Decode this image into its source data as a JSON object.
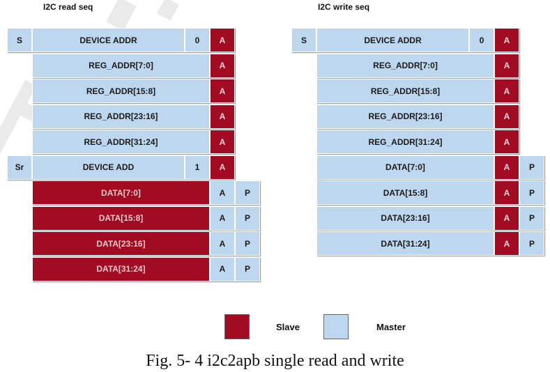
{
  "read": {
    "title": "I2C read seq",
    "rows": [
      [
        {
          "t": "S",
          "k": "m",
          "w": "s"
        },
        {
          "t": "DEVICE ADDR",
          "k": "m",
          "w": "addr"
        },
        {
          "t": "0",
          "k": "m",
          "w": "bit"
        },
        {
          "t": "A",
          "k": "s",
          "w": "ack"
        }
      ],
      [
        {
          "t": "REG_ADDR[7:0]",
          "k": "m",
          "w": "full"
        },
        {
          "t": "A",
          "k": "s",
          "w": "ack"
        }
      ],
      [
        {
          "t": "REG_ADDR[15:8]",
          "k": "m",
          "w": "full"
        },
        {
          "t": "A",
          "k": "s",
          "w": "ack"
        }
      ],
      [
        {
          "t": "REG_ADDR[23:16]",
          "k": "m",
          "w": "full"
        },
        {
          "t": "A",
          "k": "s",
          "w": "ack"
        }
      ],
      [
        {
          "t": "REG_ADDR[31:24]",
          "k": "m",
          "w": "full"
        },
        {
          "t": "A",
          "k": "s",
          "w": "ack"
        }
      ],
      [
        {
          "t": "Sr",
          "k": "m",
          "w": "s"
        },
        {
          "t": "DEVICE ADD",
          "k": "m",
          "w": "addr"
        },
        {
          "t": "1",
          "k": "m",
          "w": "bit"
        },
        {
          "t": "A",
          "k": "s",
          "w": "ack"
        }
      ],
      [
        {
          "t": "DATA[7:0]",
          "k": "s",
          "w": "data"
        },
        {
          "t": "A",
          "k": "m",
          "w": "ack"
        },
        {
          "t": "P",
          "k": "m",
          "w": "p"
        }
      ],
      [
        {
          "t": "DATA[15:8]",
          "k": "s",
          "w": "data"
        },
        {
          "t": "A",
          "k": "m",
          "w": "ack"
        },
        {
          "t": "P",
          "k": "m",
          "w": "p"
        }
      ],
      [
        {
          "t": "DATA[23:16]",
          "k": "s",
          "w": "data"
        },
        {
          "t": "A",
          "k": "m",
          "w": "ack"
        },
        {
          "t": "P",
          "k": "m",
          "w": "p"
        }
      ],
      [
        {
          "t": "DATA[31:24]",
          "k": "s",
          "w": "data"
        },
        {
          "t": "A",
          "k": "m",
          "w": "ack"
        },
        {
          "t": "P",
          "k": "m",
          "w": "p"
        }
      ]
    ]
  },
  "write": {
    "title": "I2C write seq",
    "rows": [
      [
        {
          "t": "S",
          "k": "m",
          "w": "s"
        },
        {
          "t": "DEVICE ADDR",
          "k": "m",
          "w": "addr"
        },
        {
          "t": "0",
          "k": "m",
          "w": "bit"
        },
        {
          "t": "A",
          "k": "s",
          "w": "ack"
        }
      ],
      [
        {
          "t": "REG_ADDR[7:0]",
          "k": "m",
          "w": "full"
        },
        {
          "t": "A",
          "k": "s",
          "w": "ack"
        }
      ],
      [
        {
          "t": "REG_ADDR[15:8]",
          "k": "m",
          "w": "full"
        },
        {
          "t": "A",
          "k": "s",
          "w": "ack"
        }
      ],
      [
        {
          "t": "REG_ADDR[23:16]",
          "k": "m",
          "w": "full"
        },
        {
          "t": "A",
          "k": "s",
          "w": "ack"
        }
      ],
      [
        {
          "t": "REG_ADDR[31:24]",
          "k": "m",
          "w": "full"
        },
        {
          "t": "A",
          "k": "s",
          "w": "ack"
        }
      ],
      [
        {
          "t": "DATA[7:0]",
          "k": "m",
          "w": "full"
        },
        {
          "t": "A",
          "k": "s",
          "w": "ack"
        },
        {
          "t": "P",
          "k": "m",
          "w": "p"
        }
      ],
      [
        {
          "t": "DATA[15:8]",
          "k": "m",
          "w": "full"
        },
        {
          "t": "A",
          "k": "s",
          "w": "ack"
        },
        {
          "t": "P",
          "k": "m",
          "w": "p"
        }
      ],
      [
        {
          "t": "DATA[23:16]",
          "k": "m",
          "w": "full"
        },
        {
          "t": "A",
          "k": "s",
          "w": "ack"
        },
        {
          "t": "P",
          "k": "m",
          "w": "p"
        }
      ],
      [
        {
          "t": "DATA[31:24]",
          "k": "m",
          "w": "full"
        },
        {
          "t": "A",
          "k": "s",
          "w": "ack"
        },
        {
          "t": "P",
          "k": "m",
          "w": "p"
        }
      ]
    ]
  },
  "legend": {
    "slave": "Slave",
    "master": "Master"
  },
  "colors": {
    "slave": "#a20c23",
    "master": "#bdd7ee"
  },
  "caption": "Fig. 5- 4 i2c2apb single read and write"
}
